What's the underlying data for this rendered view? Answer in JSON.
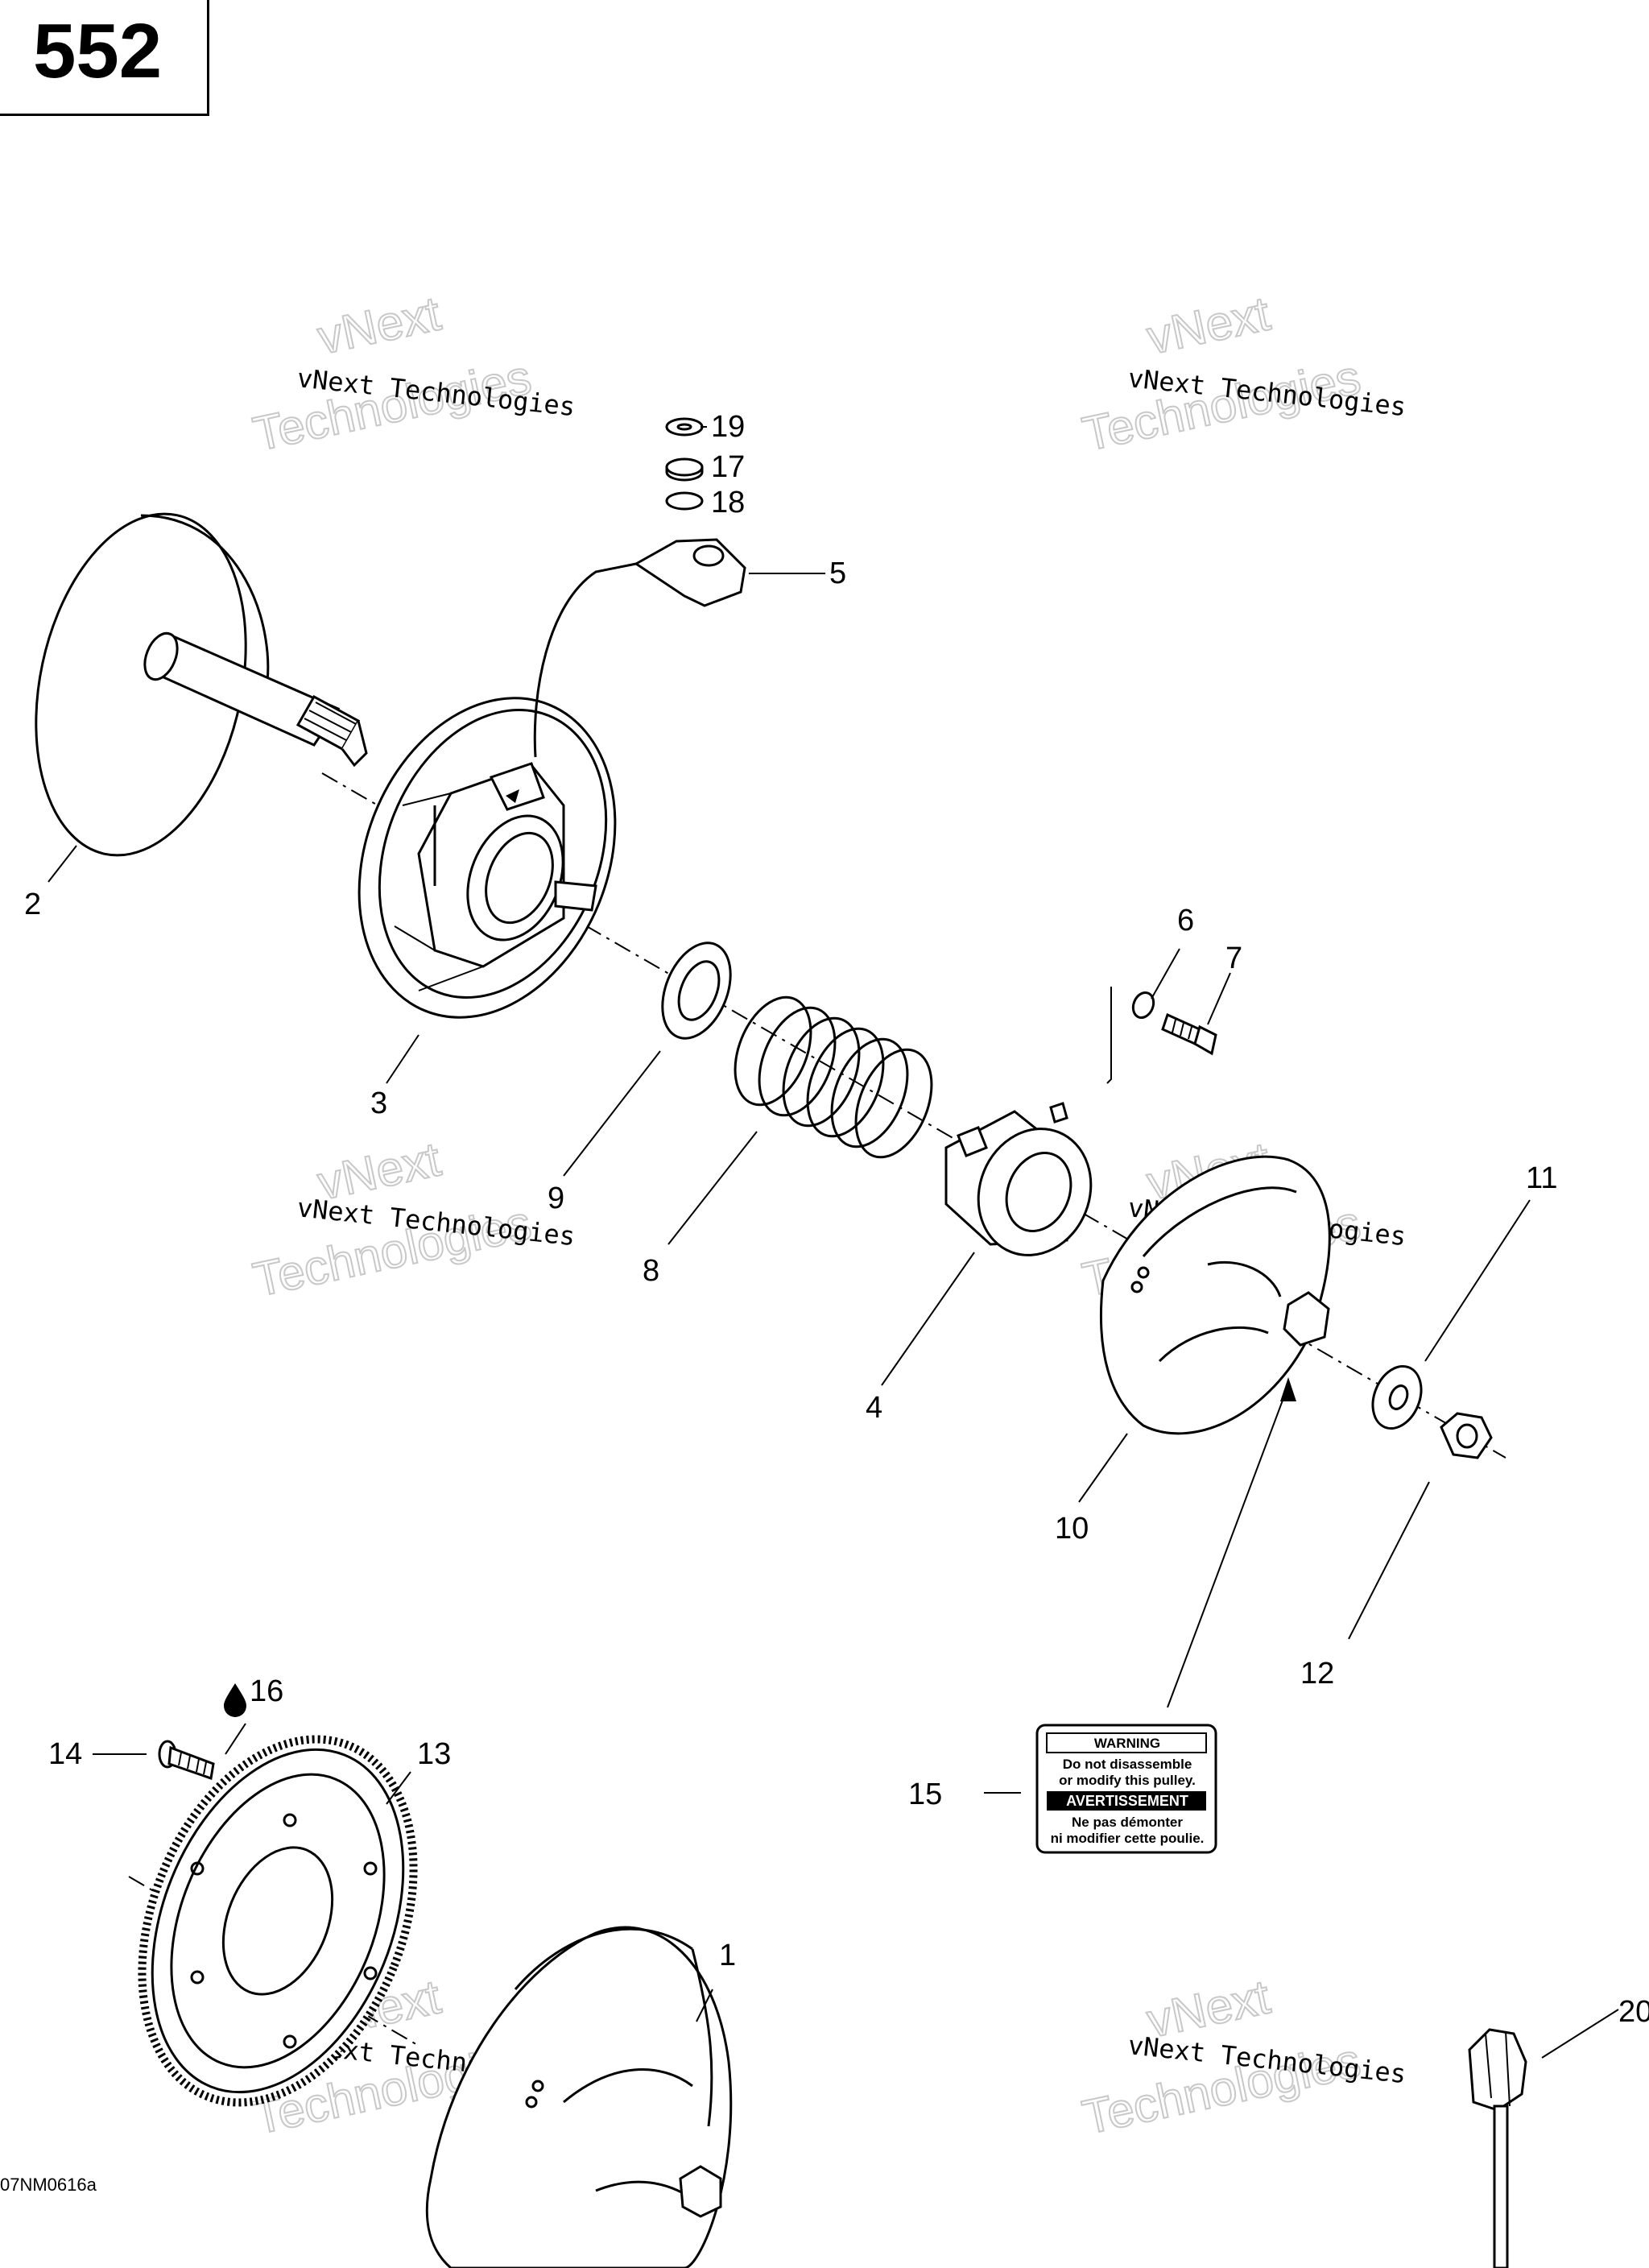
{
  "page_number": "552",
  "figure_ref": "07NM0616a",
  "watermark": {
    "line1": "vNext Technologies",
    "line2": "vNext",
    "line3": "Technologies"
  },
  "warning_label": {
    "heading_en": "WARNING",
    "text_en_1": "Do not disassemble",
    "text_en_2": "or modify this pulley.",
    "heading_fr": "AVERTISSEMENT",
    "text_fr_1": "Ne pas démonter",
    "text_fr_2": "ni modifier cette poulie."
  },
  "callouts": [
    {
      "id": "1"
    },
    {
      "id": "2"
    },
    {
      "id": "3"
    },
    {
      "id": "4"
    },
    {
      "id": "5"
    },
    {
      "id": "6"
    },
    {
      "id": "7"
    },
    {
      "id": "8"
    },
    {
      "id": "9"
    },
    {
      "id": "10"
    },
    {
      "id": "11"
    },
    {
      "id": "12"
    },
    {
      "id": "13"
    },
    {
      "id": "14"
    },
    {
      "id": "15"
    },
    {
      "id": "16"
    },
    {
      "id": "17"
    },
    {
      "id": "18"
    },
    {
      "id": "19"
    },
    {
      "id": "20"
    }
  ]
}
